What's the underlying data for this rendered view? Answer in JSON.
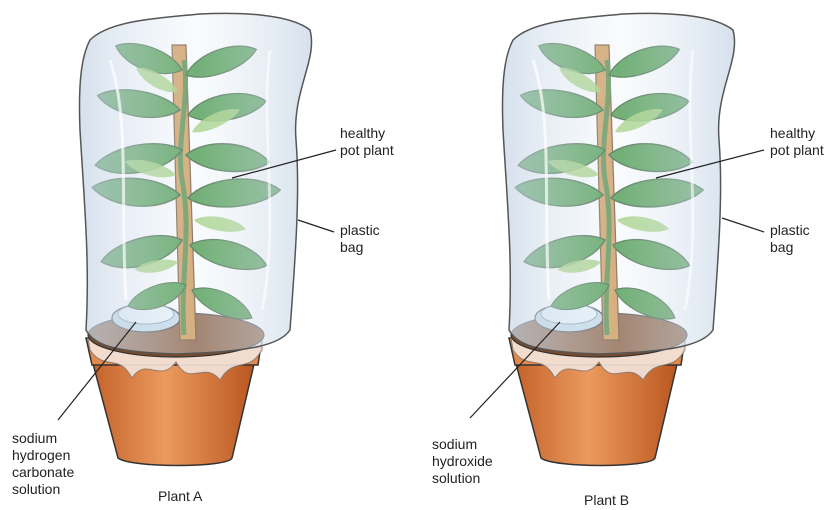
{
  "plant_a": {
    "caption": "Plant A",
    "label_plant": "healthy\npot plant",
    "label_bag": "plastic\nbag",
    "label_solution": "sodium\nhydrogen\ncarbonate\nsolution"
  },
  "plant_b": {
    "caption": "Plant B",
    "label_plant": "healthy\npot plant",
    "label_bag": "plastic\nbag",
    "label_solution": "sodium\nhydroxide\nsolution"
  },
  "colors": {
    "pot": "#d9793a",
    "pot_rim": "#e8915a",
    "soil": "#7a4a2a",
    "leaf": "#2f8a2f",
    "leaf_light": "#8cc65a",
    "stake": "#c98a3c",
    "bag": "#dfe9f3",
    "dish": "#cfe4f2"
  }
}
